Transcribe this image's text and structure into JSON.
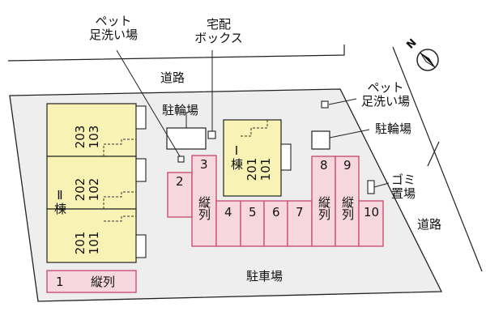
{
  "labels": {
    "pet_footwash_top_line1": "ペット",
    "pet_footwash_top_line2": "足洗い場",
    "delivery_box_line1": "宅配",
    "delivery_box_line2": "ボックス",
    "road_top": "道路",
    "pet_footwash_right_line1": "ペット",
    "pet_footwash_right_line2": "足洗い場",
    "bicycle_parking_left": "駐輪場",
    "bicycle_parking_right": "駐輪場",
    "garbage_line1": "ゴミ",
    "garbage_line2": "置場",
    "road_right": "道路",
    "parking_lot": "駐車場"
  },
  "buildings": {
    "bldg2": {
      "name": "Ⅱ棟",
      "units": [
        {
          "top": "203",
          "bottom": "103"
        },
        {
          "top": "202",
          "bottom": "102"
        },
        {
          "top": "201",
          "bottom": "101"
        }
      ]
    },
    "bldg1": {
      "name": "Ⅰ棟",
      "unit": {
        "top": "201",
        "bottom": "101"
      }
    }
  },
  "parking": {
    "slot1_number": "1",
    "slot1_label": "縦列",
    "slot2": "2",
    "slot3": "3",
    "slot3_label": "縦列",
    "slot4": "4",
    "slot5": "5",
    "slot6": "6",
    "slot7": "7",
    "slot8": "8",
    "slot8_label": "縦列",
    "slot9": "9",
    "slot9_label": "縦列",
    "slot10": "10"
  },
  "colors": {
    "site": "#eeeeee",
    "building": "#f8f3b4",
    "parking_fill": "#f7d7df",
    "parking_stroke": "#c8466b",
    "outline": "#222222"
  },
  "compass": "N"
}
